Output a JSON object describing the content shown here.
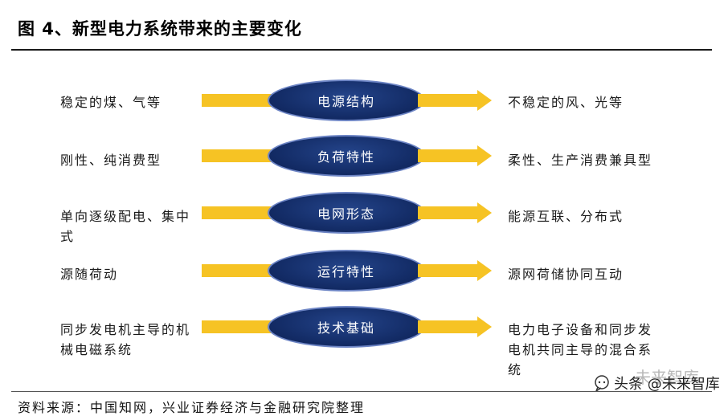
{
  "title": "图 4、新型电力系统带来的主要变化",
  "rows": [
    {
      "left": "稳定的煤、气等",
      "center": "电源结构",
      "right": "不稳定的风、光等"
    },
    {
      "left": "刚性、纯消费型",
      "center": "负荷特性",
      "right": "柔性、生产消费兼具型"
    },
    {
      "left": "单向逐级配电、集中式",
      "center": "电网形态",
      "right": "能源互联、分布式"
    },
    {
      "left": "源随荷动",
      "center": "运行特性",
      "right": "源网荷储协同互动"
    },
    {
      "left": "同步发电机主导的机械电磁系统",
      "center": "技术基础",
      "right": "电力电子设备和同步发电机共同主导的混合系统"
    }
  ],
  "source": "资料来源：中国知网，兴业证券经济与金融研究院整理",
  "watermark": {
    "text": "头条 @未来智库",
    "ghost_text": "未来智库"
  },
  "colors": {
    "arrow": "#f6c324",
    "ellipse": "#142d68",
    "ellipse_border": "#6c84c4"
  }
}
